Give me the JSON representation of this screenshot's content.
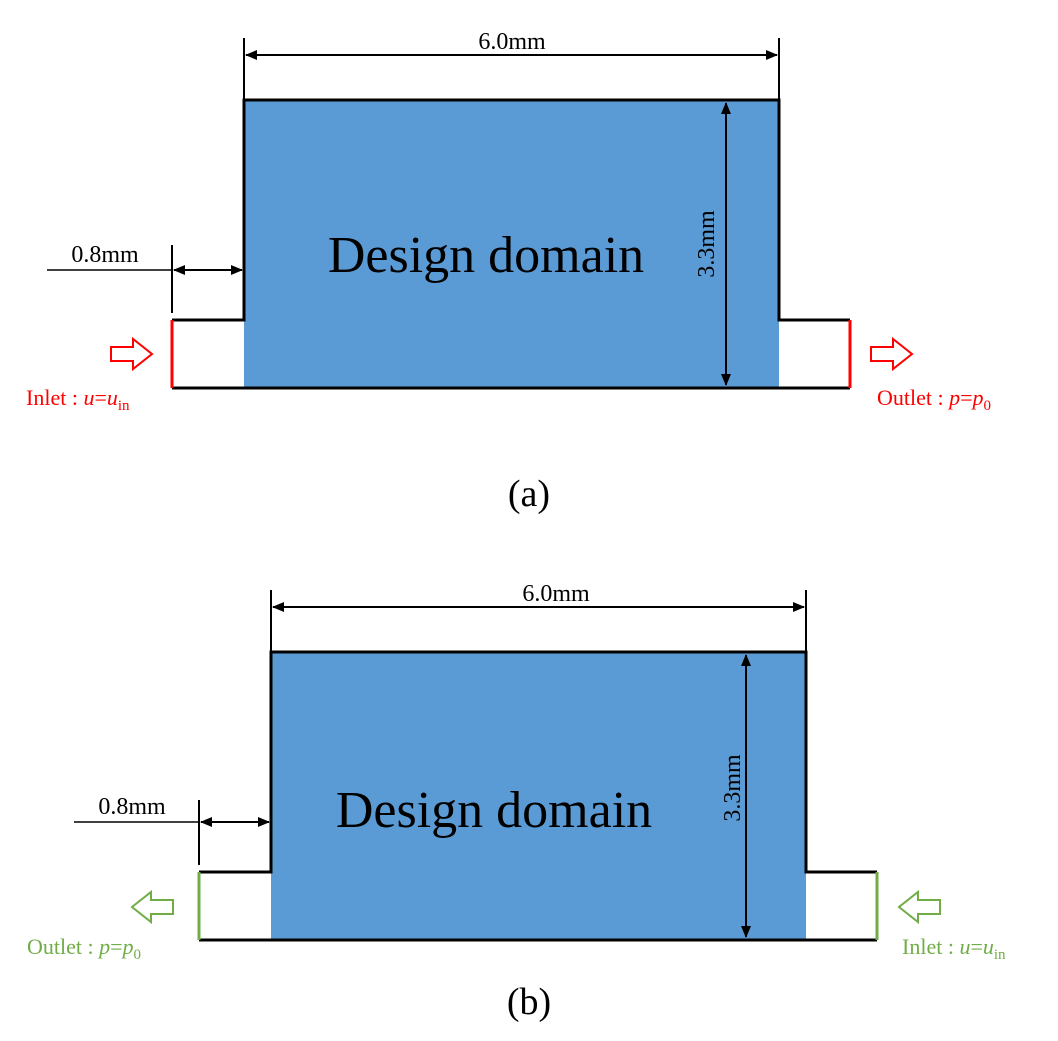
{
  "colors": {
    "domain_fill": "#5B9BD5",
    "outline": "#000000",
    "inlet_red": "#FF0000",
    "green": "#70AD47"
  },
  "panels": [
    {
      "caption": "(a)",
      "domain_label": "Design domain",
      "width_label": "6.0mm",
      "height_label": "3.3mm",
      "offset_label": "0.8mm",
      "left_bc": {
        "prefix": "Inlet : ",
        "v1": "u",
        "eq": "=",
        "v2": "u",
        "sub": "in",
        "icon": "right-arrow-icon"
      },
      "right_bc": {
        "prefix": "Outlet : ",
        "v1": "p",
        "eq": "=",
        "v2": "p",
        "sub": "0",
        "icon": "right-arrow-icon"
      }
    },
    {
      "caption": "(b)",
      "domain_label": "Design domain",
      "width_label": "6.0mm",
      "height_label": "3.3mm",
      "offset_label": "0.8mm",
      "left_bc": {
        "prefix": "Outlet : ",
        "v1": "p",
        "eq": "=",
        "v2": "p",
        "sub": "0",
        "icon": "left-arrow-icon"
      },
      "right_bc": {
        "prefix": "Inlet : ",
        "v1": "u",
        "eq": "=",
        "v2": "u",
        "sub": "in",
        "icon": "left-arrow-icon"
      }
    }
  ]
}
